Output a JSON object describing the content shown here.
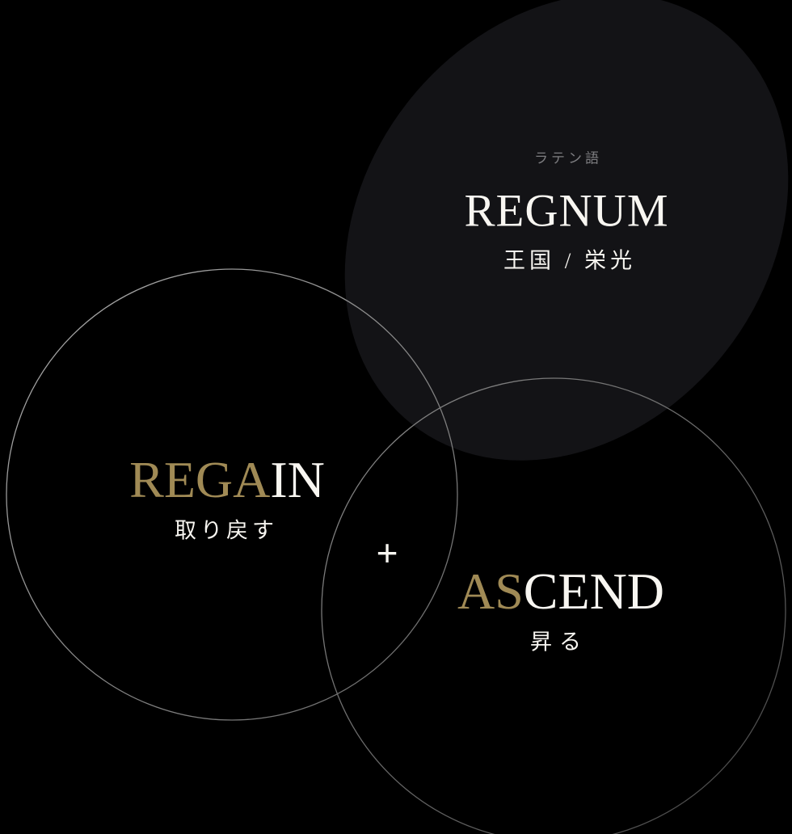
{
  "colors": {
    "background": "#000000",
    "ellipse_fill": "#131316",
    "circle_stroke_top": "#a3a3a3",
    "circle_stroke_bottom": "#4a4a4a",
    "gold": "#a08a55",
    "white": "#f8f6f1",
    "gray_label": "#7d7d80"
  },
  "regnum": {
    "tag": "ラテン語",
    "word": "REGNUM",
    "meaning": "王国 / 栄光"
  },
  "regain": {
    "accent": "REGA",
    "rest": "IN",
    "meaning": "取り戻す"
  },
  "ascend": {
    "accent": "AS",
    "rest": "CEND",
    "meaning": "昇る"
  },
  "plus": "+"
}
